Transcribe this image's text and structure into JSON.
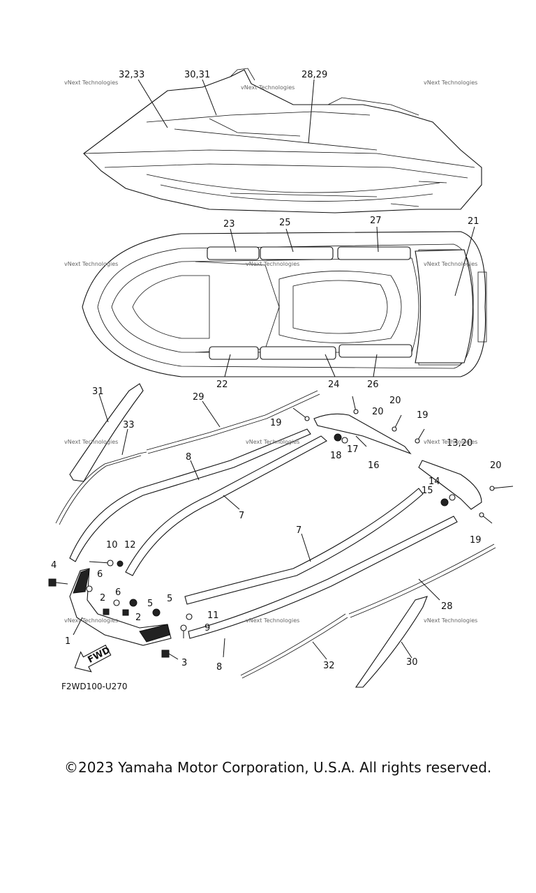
{
  "watermark": "vNext Technologies",
  "callouts": {
    "c3233": "32,33",
    "c3031": "30,31",
    "c2829": "28,29",
    "c23": "23",
    "c25": "25",
    "c27": "27",
    "c21": "21",
    "c22": "22",
    "c24": "24",
    "c26": "26",
    "c31": "31",
    "c29": "29",
    "c33": "33",
    "c8a": "8",
    "c7a": "7",
    "c19a": "19",
    "c20a": "20",
    "c20b": "20",
    "c19b": "19",
    "c1320": "13,20",
    "c17": "17",
    "c18": "18",
    "c16": "16",
    "c20c": "20",
    "c14": "14",
    "c15": "15",
    "c19c": "19",
    "c7b": "7",
    "c10": "10",
    "c12": "12",
    "c4": "4",
    "c6a": "6",
    "c6b": "6",
    "c2a": "2",
    "c5a": "5",
    "c5b": "5",
    "c2b": "2",
    "c11": "11",
    "c9": "9",
    "c1": "1",
    "c3": "3",
    "c8b": "8",
    "c28": "28",
    "c32": "32",
    "c30": "30"
  },
  "fwd_label": "FWD",
  "diagram_code": "F2WD100-U270",
  "copyright": "©2023 Yamaha Motor Corporation, U.S.A. All rights reserved."
}
